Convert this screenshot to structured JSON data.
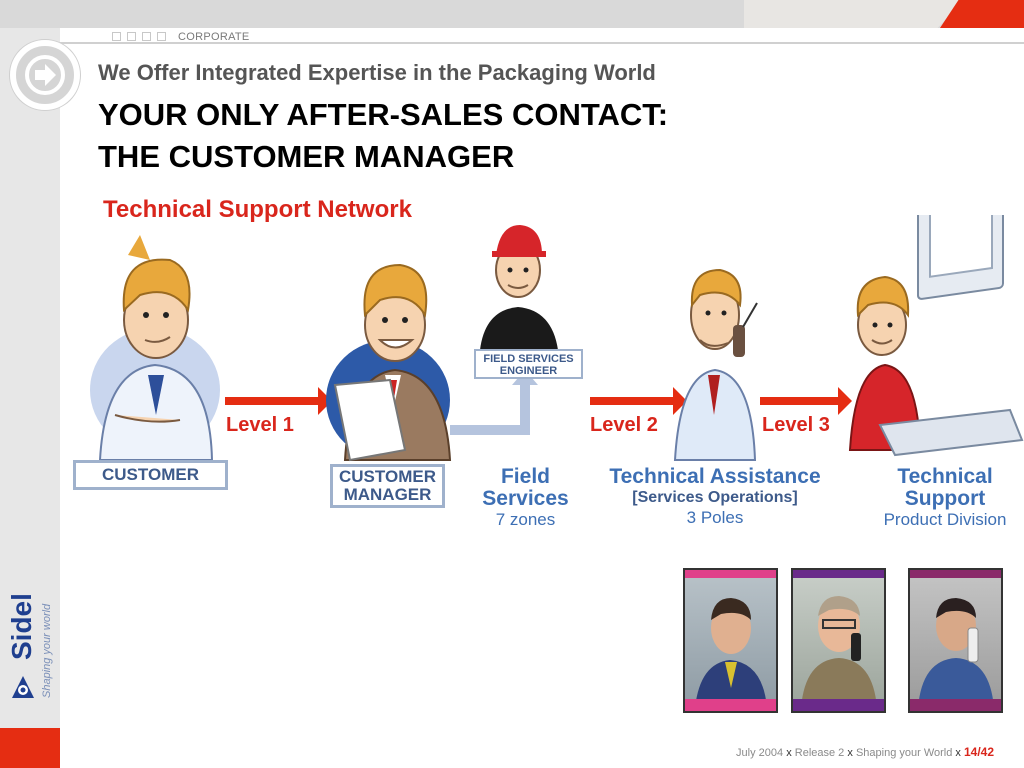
{
  "header": {
    "corporate": "CORPORATE",
    "subtitle": "We Offer Integrated  Expertise in the Packaging World",
    "title_line1": "YOUR ONLY AFTER-SALES CONTACT:",
    "title_line2": "THE CUSTOMER MANAGER"
  },
  "section_title": "Technical Support Network",
  "diagram": {
    "customer_label": "CUSTOMER",
    "customer_manager_line1": "CUSTOMER",
    "customer_manager_line2": "MANAGER",
    "field_services_box_line1": "FIELD SERVICES",
    "field_services_box_line2": "ENGINEER",
    "level1": "Level 1",
    "level2": "Level 2",
    "level3": "Level 3",
    "field_services": {
      "line1": "Field",
      "line2": "Services",
      "line3": "7 zones"
    },
    "technical_assistance": {
      "line1": "Technical Assistance",
      "line2": "[Services Operations]",
      "line3": "3 Poles"
    },
    "technical_support": {
      "line1": "Technical",
      "line2": "Support",
      "line3": "Product Division"
    }
  },
  "brand": {
    "name": "Sidel",
    "tagline": "Shaping your world"
  },
  "footer": {
    "date": "July 2004",
    "release": "Release 2",
    "tagline": "Shaping your World",
    "sep": "x",
    "page": "14/42"
  },
  "colors": {
    "accent_red": "#d9261c",
    "brand_blue": "#1f3f8f",
    "label_blue": "#3d5a8a",
    "arrow_red": "#e52d12"
  }
}
